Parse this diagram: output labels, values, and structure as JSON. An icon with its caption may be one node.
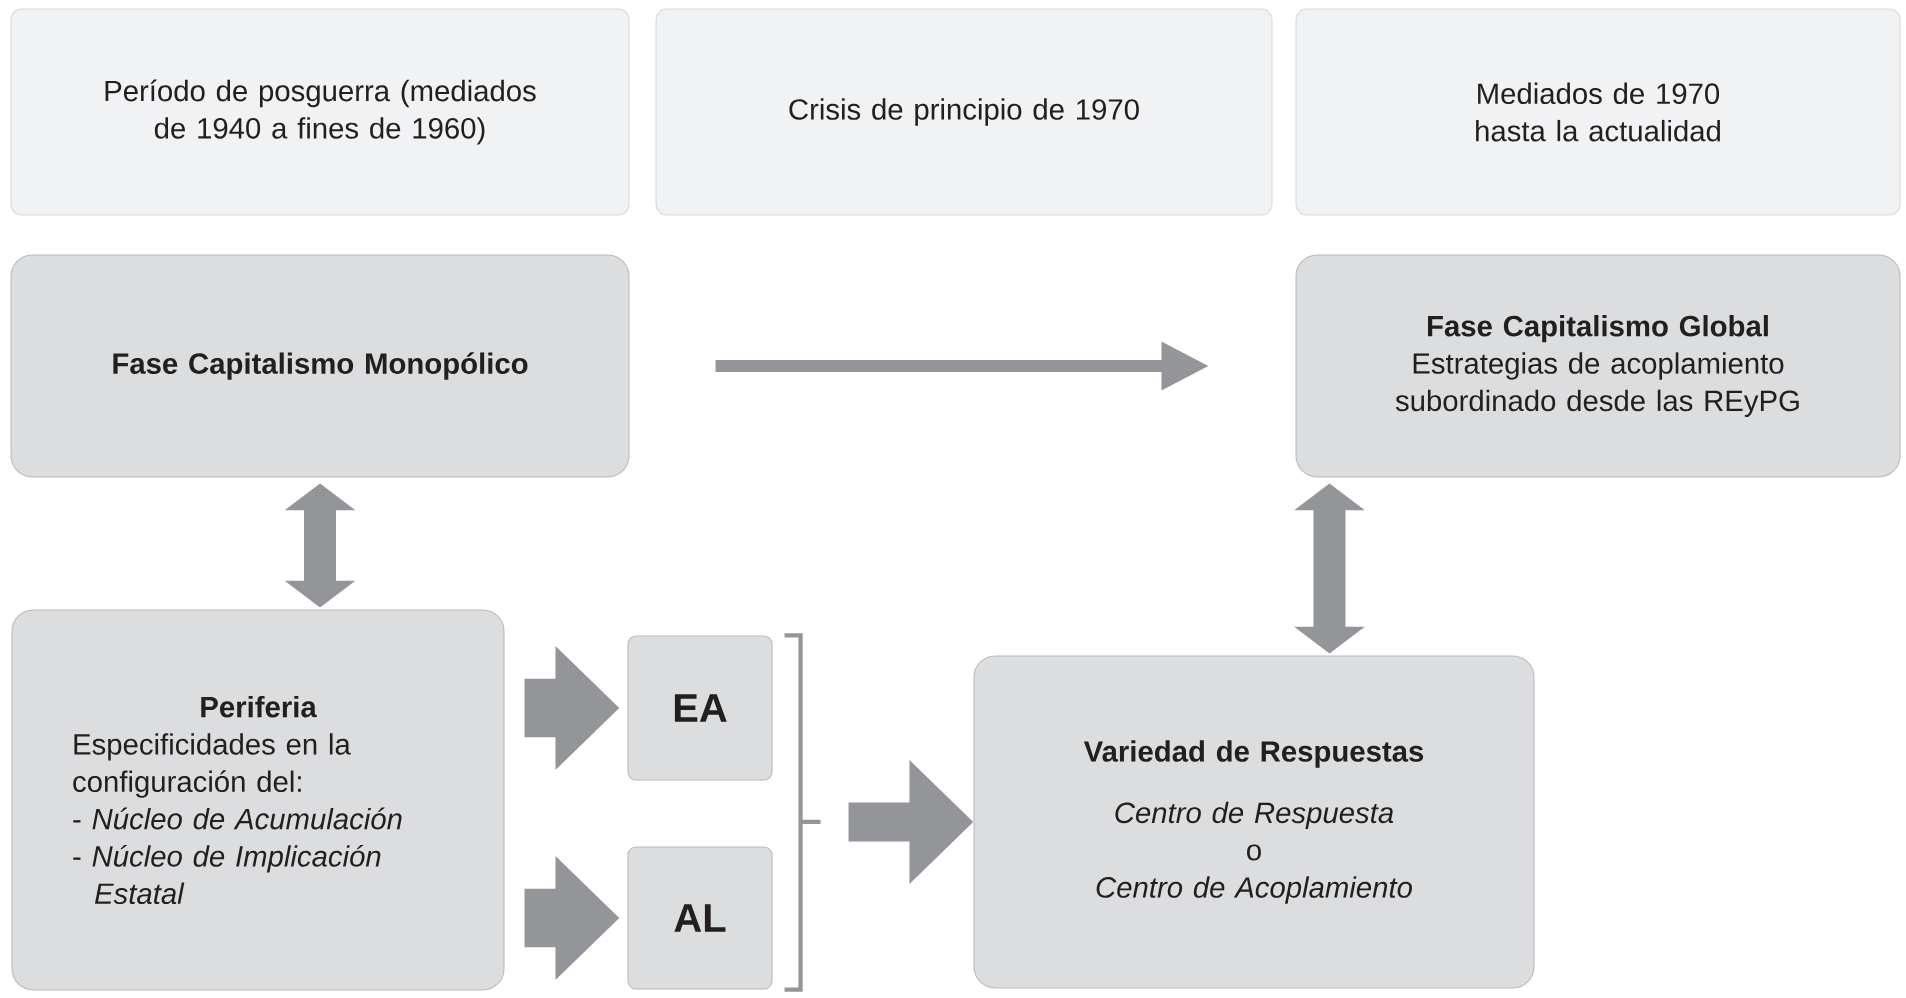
{
  "diagram": {
    "nodes": [
      {
        "text": [
          "Período de posguerra (mediados de 1940 a fines de 1960)"
        ]
      },
      {
        "text": [
          "Crisis de principio de 1970"
        ]
      },
      {
        "text": [
          "Mediados de 1970 hasta la actualidad"
        ]
      },
      {
        "text": [
          "Fase Capitalismo Monopólico"
        ]
      },
      {
        "text": [
          "Fase Capitalismo Global",
          "Estrategias de acoplamiento subordinado desde las REyPG"
        ]
      },
      {
        "text": [
          "Periferia",
          "Especificidades en la configuración del:",
          "- *Núcleo de Acumulación*",
          "- *Núcleo de Implicación Estatal*"
        ]
      },
      {
        "text": [
          "EA"
        ]
      },
      {
        "text": [
          "AL"
        ]
      },
      {
        "text": [
          "Variedad de Respuestas",
          "Centro de Respuesta",
          "o",
          "Centro de Acoplamiento"
        ]
      }
    ],
    "edges": [
      {
        "from": 3,
        "to": 4,
        "arrow": "to"
      },
      {
        "from": 3,
        "to": 5,
        "arrow": "both"
      },
      {
        "from": 4,
        "to": 8,
        "arrow": "both"
      },
      {
        "from": 5,
        "to": 6,
        "arrow": "to",
        "style": "thick"
      },
      {
        "from": 5,
        "to": 7,
        "arrow": "to",
        "style": "thick"
      },
      {
        "from": 6,
        "to": 8,
        "arrow": "to"
      },
      {
        "from": 7,
        "to": 8,
        "arrow": "to"
      }
    ]
  }
}
